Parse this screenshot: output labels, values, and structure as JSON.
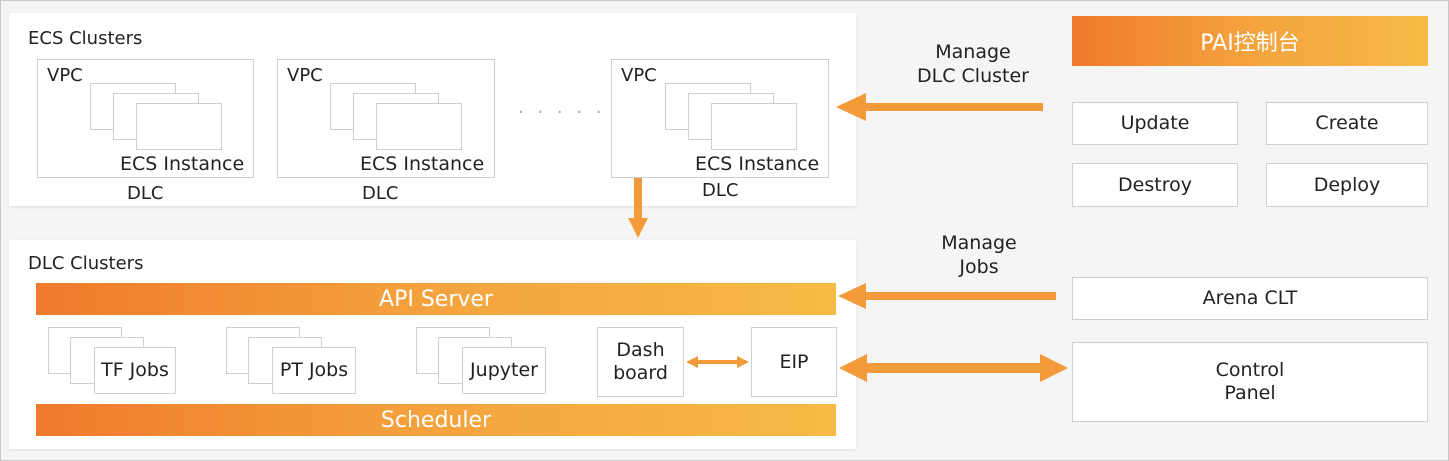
{
  "ecs_panel": {
    "title": "ECS Clusters",
    "groups": [
      {
        "vpc": "VPC",
        "instance": "ECS Instance",
        "dlc": "DLC"
      },
      {
        "vpc": "VPC",
        "instance": "ECS Instance",
        "dlc": "DLC"
      },
      {
        "vpc": "VPC",
        "instance": "ECS Instance",
        "dlc": "DLC"
      }
    ],
    "ellipsis": "· · · · · ·"
  },
  "dlc_panel": {
    "title": "DLC Clusters",
    "api_server": "API Server",
    "scheduler": "Scheduler",
    "jobs": [
      "TF Jobs",
      "PT Jobs",
      "Jupyter"
    ],
    "dashboard": "Dash\nboard",
    "eip": "EIP"
  },
  "console": {
    "title": "PAI控制台",
    "buttons": [
      "Update",
      "Create",
      "Destroy",
      "Deploy"
    ]
  },
  "arena_clt": "Arena CLT",
  "control_panel": "Control\nPanel",
  "arrow_labels": {
    "manage_dlc_cluster": "Manage\nDLC Cluster",
    "manage_jobs": "Manage\nJobs"
  },
  "colors": {
    "accent": "#F39A3A",
    "gradient_start": "#F07A2C",
    "gradient_end": "#F6BB45",
    "box_border": "#CFCFCF"
  }
}
